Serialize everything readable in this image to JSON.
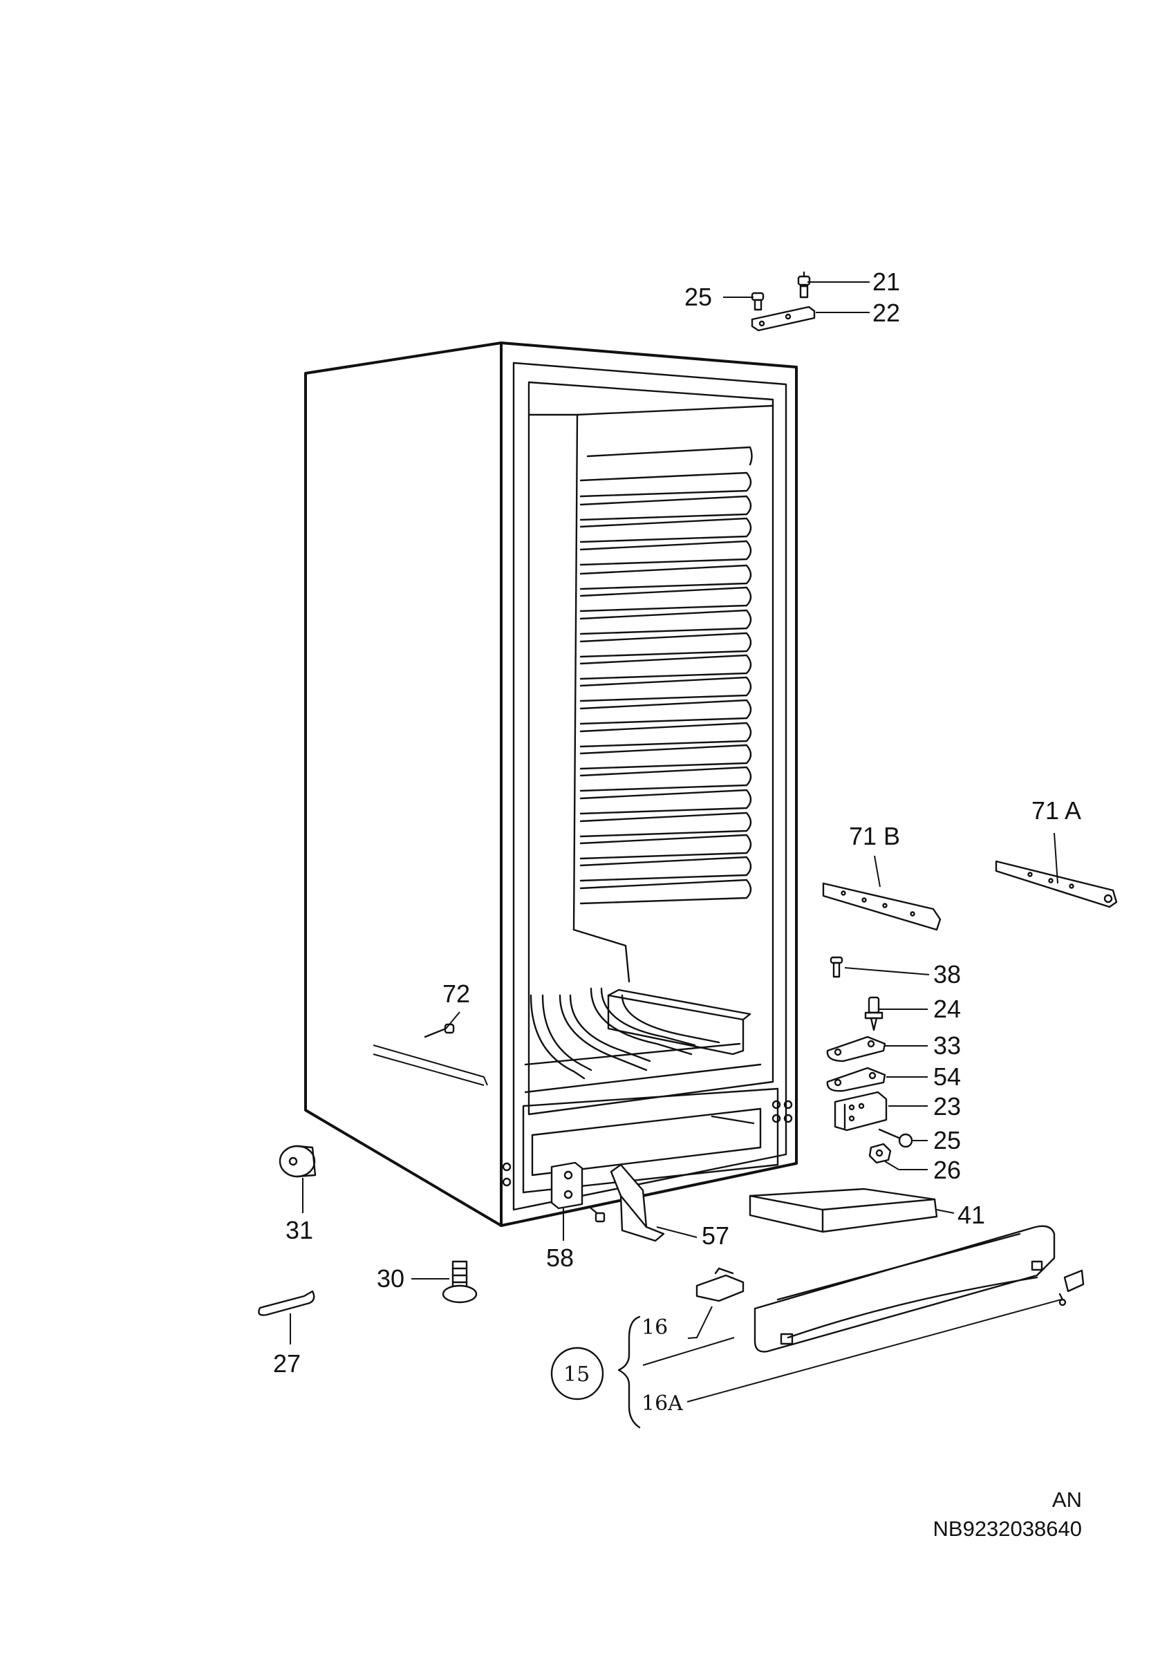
{
  "labels": {
    "p21": "21",
    "p22": "22",
    "p25_top": "25",
    "p71a": "71 A",
    "p71b": "71 B",
    "p38": "38",
    "p24": "24",
    "p33": "33",
    "p54": "54",
    "p23": "23",
    "p25_right": "25",
    "p26": "26",
    "p41": "41",
    "p72": "72",
    "p31": "31",
    "p57": "57",
    "p58": "58",
    "p30": "30",
    "p27": "27",
    "p16": "16",
    "p15": "15",
    "p16a": "16A"
  },
  "footer": {
    "code": "AN",
    "number": "NB9232038640"
  }
}
